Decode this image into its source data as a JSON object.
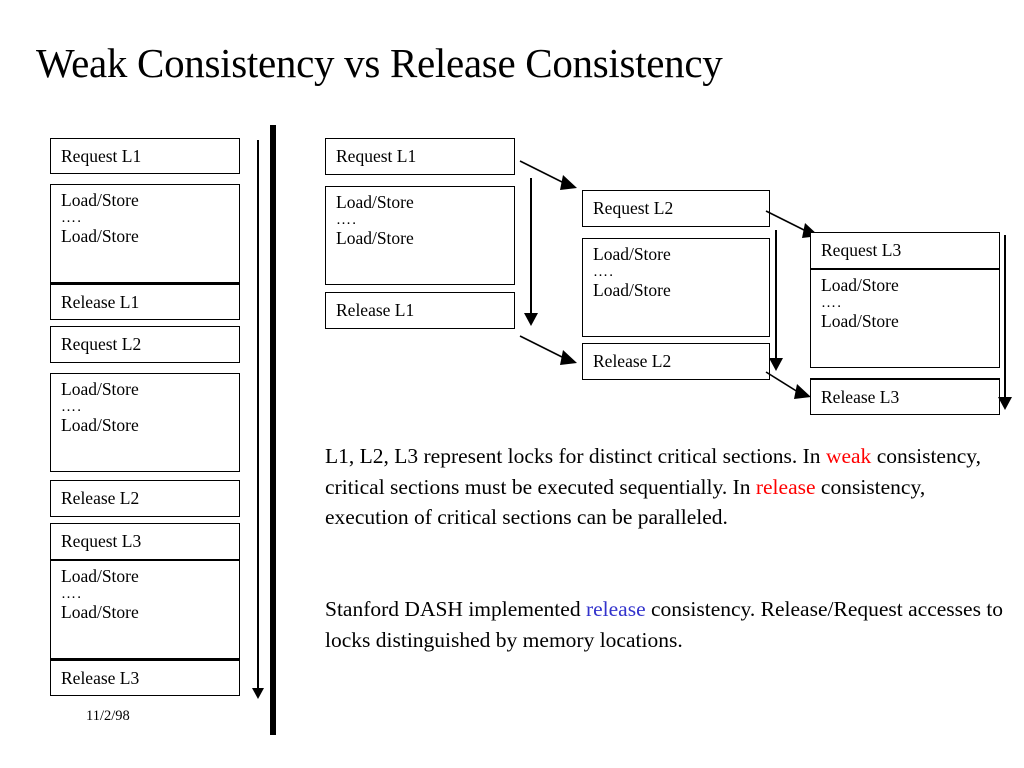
{
  "slide": {
    "title": "Weak Consistency vs Release Consistency",
    "date": "11/2/98"
  },
  "colors": {
    "emphasis_weak": "#ff0000",
    "emphasis_release_red": "#ff0000",
    "emphasis_release_blue": "#3333cc",
    "box_border": "#000000",
    "background": "#ffffff"
  },
  "weak_panel": {
    "name": "weak-consistency-sequence",
    "boxes": [
      {
        "label": "Request L1"
      },
      {
        "line1": "Load/Store",
        "dots": "….",
        "line2": "Load/Store"
      },
      {
        "label": "Release L1"
      },
      {
        "label": "Request L2"
      },
      {
        "line1": "Load/Store",
        "dots": "….",
        "line2": "Load/Store"
      },
      {
        "label": "Release L2"
      },
      {
        "label": "Request L3"
      },
      {
        "line1": "Load/Store",
        "dots": "….",
        "line2": "Load/Store"
      },
      {
        "label": "Release L3"
      }
    ]
  },
  "release_panel": {
    "name": "release-consistency-sequence",
    "columns": [
      {
        "id": "lock-l1",
        "boxes": [
          {
            "label": "Request L1"
          },
          {
            "line1": "Load/Store",
            "dots": "….",
            "line2": "Load/Store"
          },
          {
            "label": "Release L1"
          }
        ]
      },
      {
        "id": "lock-l2",
        "boxes": [
          {
            "label": "Request L2"
          },
          {
            "line1": "Load/Store",
            "dots": "….",
            "line2": "Load/Store"
          },
          {
            "label": "Release L2"
          }
        ]
      },
      {
        "id": "lock-l3",
        "boxes": [
          {
            "label": "Request L3"
          },
          {
            "line1": "Load/Store",
            "dots": "….",
            "line2": "Load/Store"
          },
          {
            "label": "Release L3"
          }
        ]
      }
    ]
  },
  "body": {
    "paragraph1": {
      "seg1": "L1, L2, L3 represent locks for distinct critical sections. In ",
      "em1": "weak",
      "seg2": " consistency, critical sections must be executed sequentially.  In ",
      "em2": "release",
      "seg3": " consistency, execution of critical sections can be paralleled."
    },
    "paragraph2": {
      "seg1": "Stanford DASH implemented ",
      "em1": "release",
      "seg2": " consistency. Release/Request accesses to locks distinguished by memory locations."
    }
  }
}
